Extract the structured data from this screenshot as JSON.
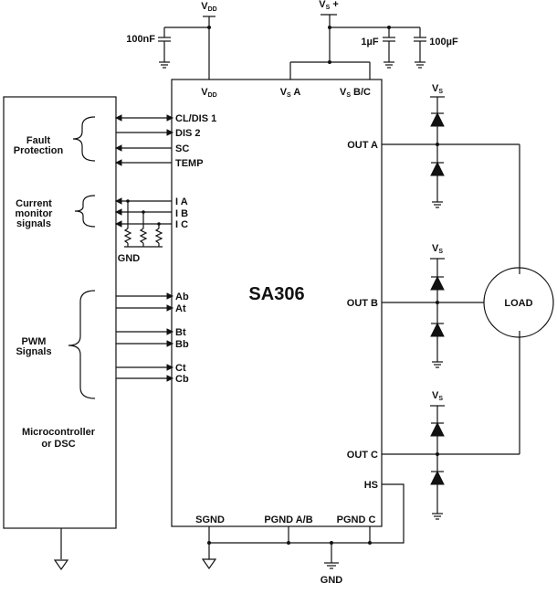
{
  "chip": {
    "name": "SA306",
    "pins_top": {
      "vdd": "V",
      "vdd_sub": "DD",
      "vsa": "V",
      "vsa_sub": "S",
      "vsa_suffix": " A",
      "vsbc": "V",
      "vsbc_sub": "S",
      "vsbc_suffix": " B/C"
    },
    "pins_left": [
      "CL/DIS 1",
      "DIS 2",
      "SC",
      "TEMP",
      "I A",
      "I B",
      "I C",
      "Ab",
      "At",
      "Bt",
      "Bb",
      "Ct",
      "Cb"
    ],
    "pins_right": [
      "OUT A",
      "OUT B",
      "OUT C",
      "HS"
    ],
    "pins_bottom": [
      "SGND",
      "PGND A/B",
      "PGND C"
    ]
  },
  "controller": {
    "label_line1": "Microcontroller",
    "label_line2": "or DSC",
    "groups": {
      "fault_line1": "Fault",
      "fault_line2": "Protection",
      "current_line1": "Current",
      "current_line2": "monitor",
      "current_line3": "signals",
      "pwm_line1": "PWM",
      "pwm_line2": "Signals"
    }
  },
  "supplies": {
    "vdd": "V",
    "vdd_sub": "DD",
    "vs": "V",
    "vs_sub": "S",
    "vs_suffix": " +",
    "vs_diode": "V",
    "vs_diode_sub": "S"
  },
  "components": {
    "cap_vdd": "100nF",
    "cap_vs1": "1µF",
    "cap_vs2": "100µF"
  },
  "labels": {
    "load": "LOAD",
    "gnd_current": "GND",
    "gnd_main": "GND"
  }
}
